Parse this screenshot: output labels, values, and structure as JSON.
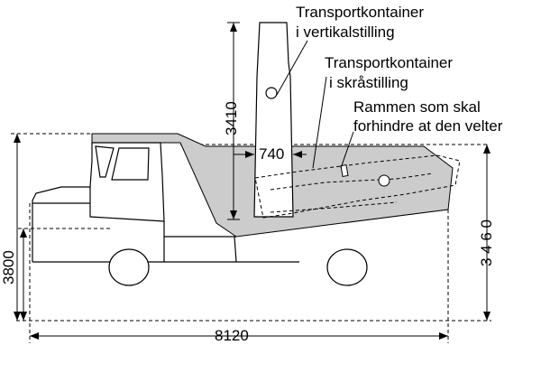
{
  "labels": {
    "vertical": [
      "Transportkontainer",
      "i vertikalstilling"
    ],
    "tilted": [
      "Transportkontainer",
      "i skråstilling"
    ],
    "frame": [
      "Rammen som skal",
      "forhindre at den velter"
    ]
  },
  "dimensions": {
    "container_height": "3410",
    "container_width": "740",
    "overall_height": "3800",
    "bed_height": "3 4 6 0",
    "overall_length": "8120"
  },
  "colors": {
    "dump_bed_fill": "#cccccc",
    "line": "#000000",
    "background": "#ffffff"
  }
}
